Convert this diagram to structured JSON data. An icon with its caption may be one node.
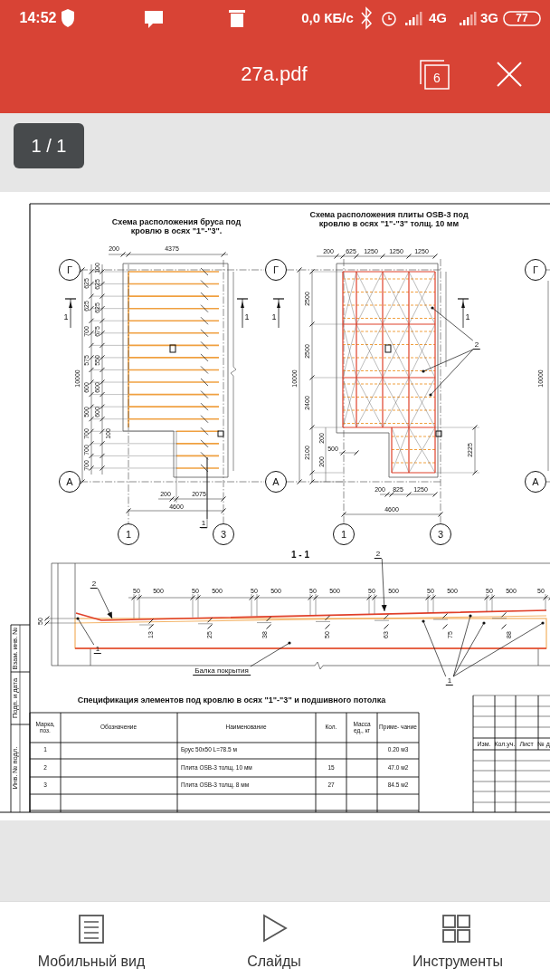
{
  "diagram": {
    "nodes": [
      {
        "text": [
          "Г"
        ]
      },
      {
        "text": [
          "А"
        ]
      },
      {
        "text": [
          "1"
        ]
      },
      {
        "text": [
          "3"
        ]
      },
      {
        "text": [
          "Г"
        ]
      },
      {
        "text": [
          "А"
        ]
      },
      {
        "text": [
          "1"
        ]
      },
      {
        "text": [
          "3"
        ]
      },
      {
        "text": [
          "Г"
        ]
      },
      {
        "text": [
          "А"
        ]
      },
      {
        "text": [
          "1"
        ]
      },
      {
        "text": [
          "2"
        ]
      },
      {
        "text": [
          "2"
        ]
      },
      {
        "text": [
          "2"
        ]
      },
      {
        "text": [
          "1"
        ]
      },
      {
        "text": [
          "Балка покрытия"
        ]
      },
      {
        "text": [
          "1"
        ]
      }
    ],
    "edges": [
      {
        "from": 10,
        "to": null,
        "arrow": "none"
      },
      {
        "from": 11,
        "to": null,
        "arrow": "other"
      },
      {
        "from": 11,
        "to": null,
        "arrow": "other"
      },
      {
        "from": 11,
        "to": null,
        "arrow": "other"
      },
      {
        "from": 12,
        "to": null,
        "arrow": "to"
      },
      {
        "from": 13,
        "to": null,
        "arrow": "to"
      },
      {
        "from": 14,
        "to": null,
        "arrow": "other"
      },
      {
        "from": 15,
        "to": null,
        "arrow": "other"
      },
      {
        "from": 16,
        "to": null,
        "arrow": "other"
      },
      {
        "from": 16,
        "to": null,
        "arrow": "other"
      },
      {
        "from": 16,
        "to": null,
        "arrow": "other"
      },
      {
        "from": 16,
        "to": null,
        "arrow": "other"
      }
    ],
    "labels": [
      "14:52",
      "0,0 КБ/с",
      "4G",
      "3G",
      "77",
      "27a.pdf",
      "6",
      "1 / 1",
      "Схема расположения бруса под кровлю в осях \"1\"-\"3\".",
      "200",
      "4375",
      "100",
      "625",
      "625",
      "625",
      "625",
      "700",
      "675",
      "575",
      "550",
      "10000",
      "600",
      "600",
      "500",
      "600",
      "700",
      "100",
      "700",
      "700",
      "200",
      "2075",
      "4600",
      "1",
      "1",
      "Схема расположения плиты OSB-3 под кровлю в осях \"1\"-\"3\" толщ. 10 мм",
      "200",
      "625",
      "1250",
      "1250",
      "1250",
      "2500",
      "2500",
      "10000",
      "2400",
      "200",
      "2100",
      "500",
      "200",
      "2225",
      "200",
      "825",
      "1250",
      "4600",
      "1",
      "1",
      "10000",
      "1 - 1",
      "50",
      "50",
      "500",
      "50",
      "500",
      "50",
      "500",
      "50",
      "500",
      "50",
      "500",
      "50",
      "500",
      "50",
      "500",
      "50",
      "13",
      "25",
      "38",
      "50",
      "63",
      "75",
      "88",
      "Спецификация элементов под кровлю в осях \"1\"-\"3\" и подшивного потолка",
      "Марка, поз.",
      "Обозначение",
      "Наименование",
      "Кол.",
      "Масса ед., кг",
      "Приме- чание",
      "1",
      "Брус 50x50 L=78.5 м",
      "0.20 м3",
      "2",
      "Плита OSB-3 толщ. 10 мм",
      "15",
      "47.0 м2",
      "3",
      "Плита OSB-3 толщ. 8 мм",
      "27",
      "84.5 м2",
      "Изм.",
      "Кол.уч.",
      "Лист",
      "№ д",
      "Взам. инв. №",
      "Подп. и дата",
      "Инв. № подл.",
      "Мобильный вид",
      "Слайды",
      "Инструменты"
    ]
  }
}
